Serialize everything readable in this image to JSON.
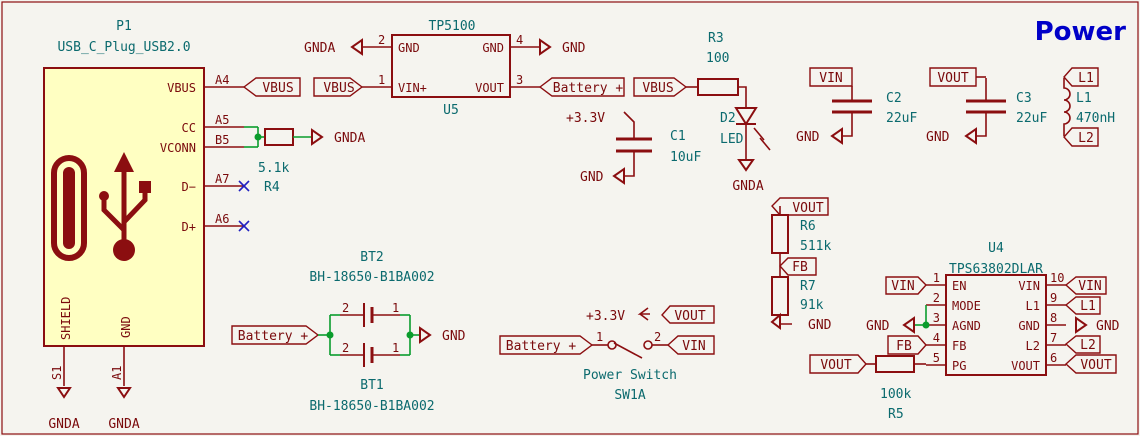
{
  "title": "Power",
  "p1": {
    "ref": "P1",
    "value": "USB_C_Plug_USB2.0",
    "pins": {
      "vbus": "VBUS",
      "cc": "CC",
      "vconn": "VCONN",
      "dm": "D−",
      "dp": "D+",
      "shield": "SHIELD",
      "gnd": "GND"
    },
    "pin_nums": {
      "a4": "A4",
      "a5": "A5",
      "b5": "B5",
      "a7": "A7",
      "a6": "A6",
      "s1": "S1",
      "a1": "A1"
    }
  },
  "r4": {
    "value": "5.1k",
    "ref": "R4"
  },
  "u5": {
    "title": "TP5100",
    "ref": "U5",
    "pins": {
      "gnd_l": "GND",
      "gnd_r": "GND",
      "vin": "VIN+",
      "vout": "VOUT"
    },
    "pin_nums": {
      "p2": "2",
      "p4": "4",
      "p1": "1",
      "p3": "3"
    }
  },
  "c1": {
    "ref": "C1",
    "value": "10uF"
  },
  "r3": {
    "ref": "R3",
    "value": "100"
  },
  "d2": {
    "ref": "D2",
    "value": "LED"
  },
  "c2": {
    "ref": "C2",
    "value": "22uF"
  },
  "c3": {
    "ref": "C3",
    "value": "22uF"
  },
  "l1": {
    "ref": "L1",
    "value": "470nH"
  },
  "r6": {
    "ref": "R6",
    "value": "511k"
  },
  "r7": {
    "ref": "R7",
    "value": "91k"
  },
  "bt2": {
    "ref": "BT2",
    "value": "BH-18650-B1BA002"
  },
  "bt1": {
    "ref": "BT1",
    "value": "BH-18650-B1BA002"
  },
  "bat_pins": {
    "p1": "1",
    "p2": "2"
  },
  "sw1": {
    "name": "Power Switch",
    "ref": "SW1A",
    "p1": "1",
    "p2": "2"
  },
  "u4": {
    "ref": "U4",
    "value": "TPS63802DLAR",
    "left": [
      {
        "num": "1",
        "name": "EN"
      },
      {
        "num": "2",
        "name": "MODE"
      },
      {
        "num": "3",
        "name": "AGND"
      },
      {
        "num": "4",
        "name": "FB"
      },
      {
        "num": "5",
        "name": "PG"
      }
    ],
    "right": [
      {
        "num": "10",
        "name": "VIN"
      },
      {
        "num": "9",
        "name": "L1"
      },
      {
        "num": "8",
        "name": "GND"
      },
      {
        "num": "7",
        "name": "L2"
      },
      {
        "num": "6",
        "name": "VOUT"
      }
    ]
  },
  "r5": {
    "value": "100k",
    "ref": "R5"
  },
  "nets": {
    "vbus": "VBUS",
    "gnda": "GNDA",
    "gnd": "GND",
    "battery": "Battery +",
    "v33": "+3.3V",
    "vin": "VIN",
    "vout": "VOUT",
    "l1": "L1",
    "l2": "L2",
    "fb": "FB"
  }
}
